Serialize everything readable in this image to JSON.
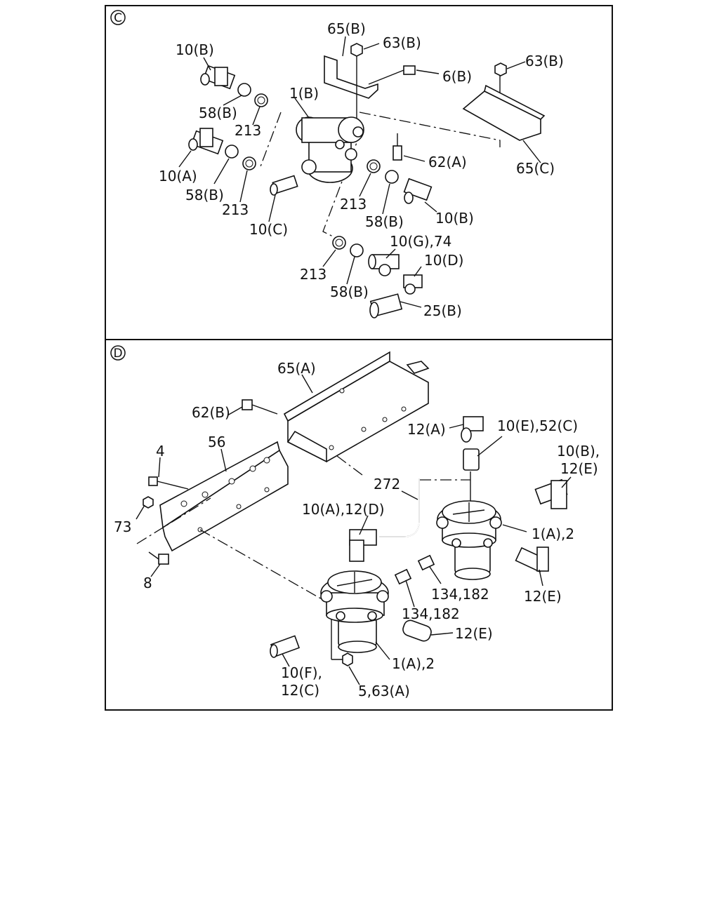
{
  "panels": [
    {
      "badge": "C"
    },
    {
      "badge": "D"
    }
  ],
  "labels_c": [
    "65(B)",
    "63(B)",
    "63(B)",
    "10(B)",
    "6(B)",
    "1(B)",
    "58(B)",
    "213",
    "10(A)",
    "58(B)",
    "213",
    "62(A)",
    "65(C)",
    "213",
    "58(B)",
    "10(B)",
    "10(C)",
    "10(G),74",
    "10(D)",
    "213",
    "58(B)",
    "25(B)"
  ],
  "labels_d": [
    "65(A)",
    "62(B)",
    "56",
    "4",
    "12(A)",
    "10(E),52(C)",
    "10(B),",
    "12(E)",
    "272",
    "10(A),12(D)",
    "73",
    "1(A),2",
    "8",
    "134,182",
    "12(E)",
    "134,182",
    "12(E)",
    "10(F),",
    "12(C)",
    "1(A),2",
    "5,63(A)"
  ]
}
